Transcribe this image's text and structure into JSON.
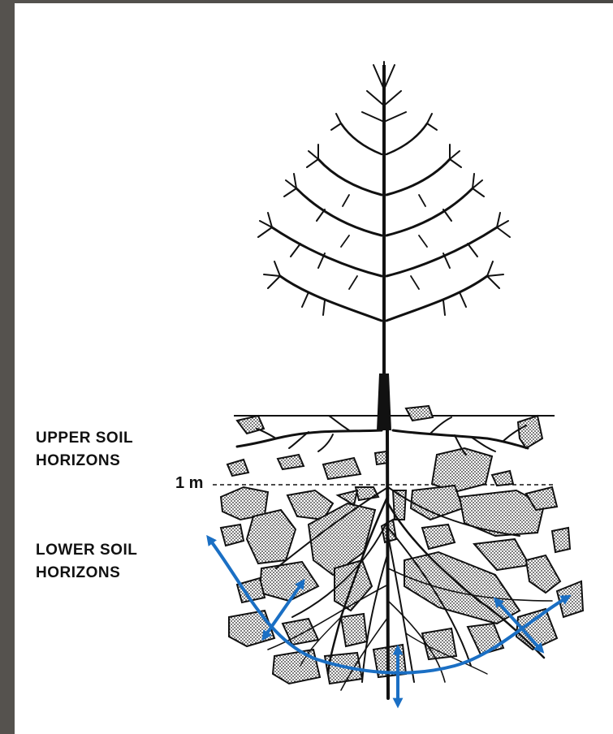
{
  "labels": {
    "upper_soil": [
      "UPPER SOIL",
      "HORIZONS"
    ],
    "lower_soil": [
      "LOWER SOIL",
      "HORIZONS"
    ],
    "depth_marker": "1 m"
  },
  "colors": {
    "ink": "#111111",
    "arrow": "#1a6fc4",
    "rock_fill": "#bdbdbd",
    "frame": "#4a4845"
  },
  "icons": {
    "tree": "tree-silhouette",
    "arrows": "double-headed-arrow"
  }
}
